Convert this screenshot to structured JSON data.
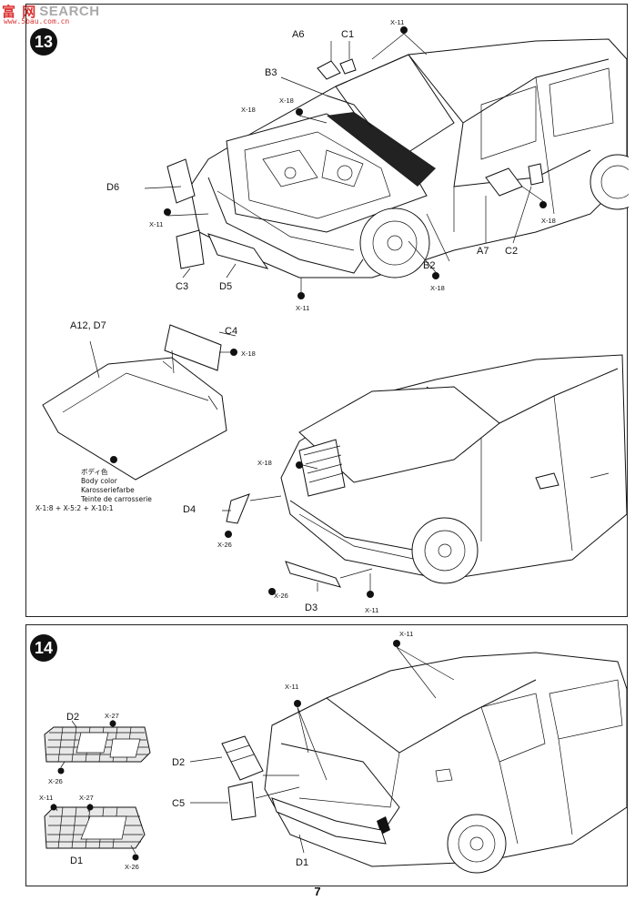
{
  "watermark": {
    "cn": "富 网",
    "en": "SEARCH",
    "url": "www.5bau.com.cn"
  },
  "step13": {
    "number": "13",
    "labels": {
      "A6": "A6",
      "C1": "C1",
      "B3": "B3",
      "X11_top": "X-11",
      "X18_a": "X-18",
      "X18_b": "X-18",
      "D6": "D6",
      "X11_left": "X-11",
      "C3": "C3",
      "D5": "D5",
      "X11_bottom": "X-11",
      "B2": "B2",
      "X18_b2": "X-18",
      "A7": "A7",
      "C2": "C2",
      "X18_right": "X-18"
    },
    "hood": {
      "A12D7": "A12, D7",
      "C4": "C4",
      "X18_hood": "X-18",
      "paint_jp": "ボディ色",
      "paint_en": "Body color",
      "paint_de": "Karosseriefarbe",
      "paint_fr": "Teinte de carrosserie",
      "paint_mix": "X-1:8 + X-5:2 + X-10:1"
    },
    "front": {
      "X18_front": "X-18",
      "D4": "D4",
      "X26_front": "X-26",
      "X26_bottom": "X-26",
      "D3": "D3",
      "X11_front": "X-11"
    }
  },
  "step14": {
    "number": "14",
    "labels": {
      "D2_top": "D2",
      "X27_a": "X-27",
      "X26_a": "X-26",
      "X11_a": "X-11",
      "X27_b": "X-27",
      "D1_left": "D1",
      "X26_b": "X-26",
      "X11_roof": "X-11",
      "X11_mid": "X-11",
      "D2_rear": "D2",
      "C5": "C5",
      "D1_rear": "D1"
    }
  },
  "page_number": "7"
}
